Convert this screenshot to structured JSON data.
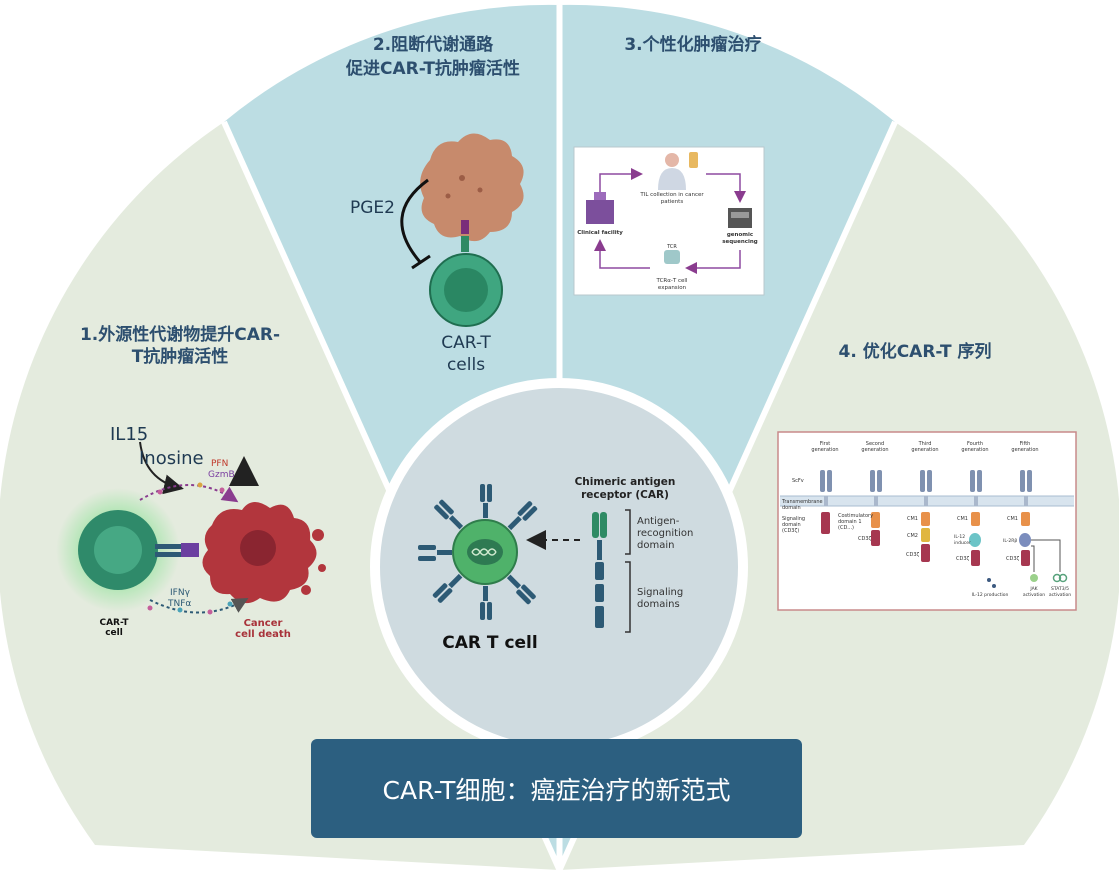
{
  "colors": {
    "sector_light": "#e4ebde",
    "sector_blue": "#bcdde3",
    "center_circle": "#cfdbe0",
    "banner": "#2c5f80",
    "heading_text": "#2d4f6f",
    "car_t_green": "#3fa680",
    "cancer_red": "#b2363d",
    "receptor_blue": "#2d5a75",
    "antigen_green": "#2e8a64"
  },
  "sectors": {
    "s1": {
      "heading_line1": "1.外源性代谢物提升CAR-",
      "heading_line2": "T抗肿瘤活性"
    },
    "s2": {
      "heading_line1": "2.阻断代谢通路",
      "heading_line2": "促进CAR-T抗肿瘤活性"
    },
    "s3": {
      "heading": "3.个性化肿瘤治疗"
    },
    "s4": {
      "heading": "4. 优化CAR-T 序列"
    }
  },
  "panel1": {
    "il15": "IL15",
    "inosine": "Inosine",
    "pfn": "PFN",
    "gzmb": "GzmB",
    "ifn": "IFNγ",
    "tnf": "TNFα",
    "cart_line1": "CAR-T",
    "cart_line2": "cell",
    "cancer_line1": "Cancer",
    "cancer_line2": "cell death"
  },
  "panel2": {
    "pge2": "PGE2",
    "cells_line1": "CAR-T",
    "cells_line2": "cells"
  },
  "panel3": {
    "til_line1": "TIL collection in cancer",
    "til_line2": "patients",
    "clinical": "Clinical facility",
    "genomic_line1": "genomic",
    "genomic_line2": "sequencing",
    "tcr": "TCR",
    "tcrt_line1": "TCRα-T cell",
    "tcrt_line2": "expansion"
  },
  "panel4": {
    "gen1_line1": "First",
    "gen1_line2": "generation",
    "gen2_line1": "Second",
    "gen2_line2": "generation",
    "gen3_line1": "Third",
    "gen3_line2": "generation",
    "gen4_line1": "Fourth",
    "gen4_line2": "generation",
    "gen5_line1": "Fifth",
    "gen5_line2": "generation",
    "scfv": "ScFv",
    "tm_line1": "Transmembrane",
    "tm_line2": "domain",
    "sig_line1": "Signaling",
    "sig_line2": "domain",
    "sig_line3": "(CD3ζ)",
    "cost_line1": "Costimulatory",
    "cost_line2": "domain 1",
    "cost_line3": "(CD...)",
    "cd3z": "CD3ζ",
    "cm1": "CM1",
    "cm2": "CM2",
    "il12_line1": "IL-12",
    "il12_line2": "inducer",
    "il2rb": "IL-2Rβ",
    "il12prod": "IL-12 production",
    "jak_line1": "JAK",
    "jak_line2": "activation",
    "stat_line1": "STAT3/5",
    "stat_line2": "activation"
  },
  "center": {
    "title": "CAR T cell",
    "car_line1": "Chimeric antigen",
    "car_line2": "receptor (CAR)",
    "antigen_line1": "Antigen-",
    "antigen_line2": "recognition",
    "antigen_line3": "domain",
    "signaling_line1": "Signaling",
    "signaling_line2": "domains"
  },
  "banner": {
    "title": "CAR-T细胞：癌症治疗的新范式"
  }
}
